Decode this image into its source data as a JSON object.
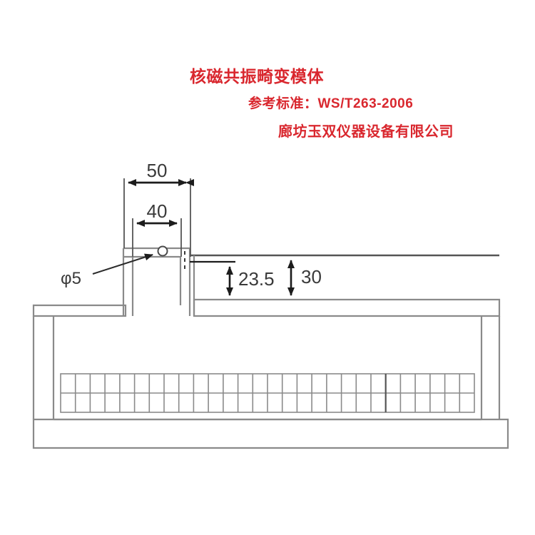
{
  "document": {
    "type": "technical-drawing",
    "subject": "MRI distortion phantom cross-section"
  },
  "titles": {
    "product_name": "核磁共振畸变模体",
    "standard": "参考标准：WS/T263-2006",
    "company": "廊坊玉双仪器设备有限公司",
    "color": "#d9272e"
  },
  "dimensions": {
    "neck_outer_width": "50",
    "neck_inner_width": "40",
    "inner_height": "23.5",
    "outer_height": "30",
    "hole_diameter": "φ5"
  },
  "drawing": {
    "line_color": "#8a8a8a",
    "dark_line_color": "#555555",
    "arrow_color": "#1c1c1c",
    "grid_columns": 28,
    "grid_rows": 2
  }
}
